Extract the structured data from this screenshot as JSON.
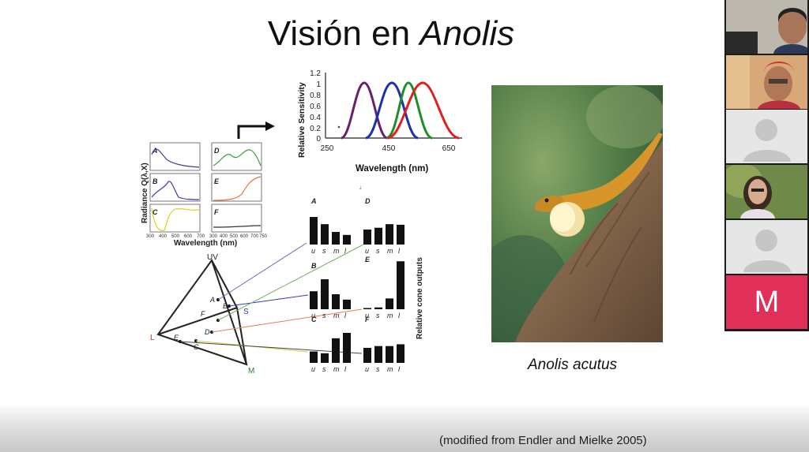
{
  "slide": {
    "title_plain": "Visión en ",
    "title_italic": "Anolis",
    "caption": "Anolis acutus",
    "citation": "(modified from Endler and Mielke 2005)"
  },
  "sensitivity_chart": {
    "ylabel": "Relative Sensitivity",
    "xlabel": "Wavelength (nm)",
    "yticks": [
      "1.2",
      "1",
      "0.8",
      "0.6",
      "0.4",
      "0.2",
      "0"
    ],
    "xticks": [
      "250",
      "450",
      "650"
    ]
  },
  "radiance_chart": {
    "ylabel": "Radiance Q(λ,X)",
    "xlabel": "Wavelength (nm)",
    "xticks": [
      "300",
      "400",
      "500",
      "600",
      "700"
    ],
    "xticks_right": [
      "300",
      "400",
      "500",
      "600",
      "700",
      "750"
    ],
    "panels": [
      "A",
      "B",
      "C",
      "D",
      "E",
      "F"
    ]
  },
  "tetrahedron": {
    "vertices": [
      "UV",
      "S",
      "L",
      "M"
    ],
    "points": [
      "A",
      "B",
      "C",
      "D",
      "E",
      "F"
    ]
  },
  "cone_outputs": {
    "ylabel": "Relative cone outputs",
    "classes": [
      "u",
      "s",
      "m",
      "l"
    ],
    "panels": [
      {
        "label": "A",
        "values": [
          0.92,
          0.68,
          0.42,
          0.32
        ]
      },
      {
        "label": "D",
        "values": [
          0.5,
          0.56,
          0.68,
          0.66
        ]
      },
      {
        "label": "B",
        "values": [
          0.6,
          1.0,
          0.5,
          0.32
        ]
      },
      {
        "label": "E",
        "values": [
          0.04,
          0.06,
          0.36,
          1.6
        ]
      },
      {
        "label": "C",
        "values": [
          0.38,
          0.32,
          0.82,
          1.0
        ]
      },
      {
        "label": "F",
        "values": [
          0.5,
          0.56,
          0.56,
          0.62
        ]
      }
    ]
  },
  "participants": {
    "m_initial": "M"
  }
}
